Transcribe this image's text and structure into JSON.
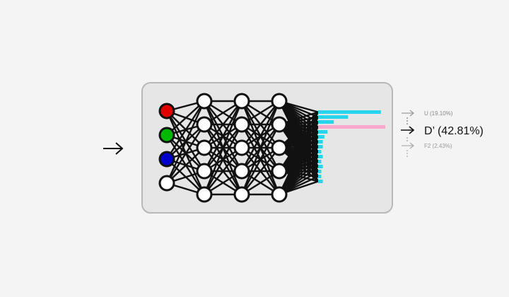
{
  "colors": {
    "background": "#f4f4f4",
    "panel_fill": "#e6e6e6",
    "panel_stroke": "#b8b8b8",
    "edge": "#111111",
    "bar_primary": "#26d4ec",
    "bar_highlight": "#f8a8cc",
    "input_node_colors": [
      "#e00000",
      "#00b800",
      "#0000cc",
      "#ffffff"
    ]
  },
  "cube": {
    "icon": "rubiks-cube-icon",
    "top_face": [
      "#0000cc",
      "#ffffff",
      "#ffffff",
      "#00b800",
      "#ffffff",
      "#e00000",
      "#00b800",
      "#00b800",
      "#0000cc"
    ],
    "front_face": [
      "#e00000",
      "#ff9900",
      "#ffffff",
      "#0000cc",
      "#ff9900",
      "#e00000",
      "#00b800",
      "#ff9900",
      "#ff9900"
    ],
    "right_face": [
      "#0000cc",
      "#ffffff",
      "#00b800",
      "#0000cc",
      "#0000cc",
      "#ffffff",
      "#e00000",
      "#0000cc",
      "#0000cc"
    ]
  },
  "network": {
    "input_count": 4,
    "hidden_layers": 3,
    "hidden_nodes_per_layer": 5
  },
  "output_distribution": {
    "bar_values": [
      0.4,
      0.191,
      0.1,
      0.428,
      0.06,
      0.04,
      0.03,
      0.03,
      0.02,
      0.03,
      0.02,
      0.03,
      0.02,
      0.02,
      0.03
    ],
    "highlight_index": 3
  },
  "predictions": [
    {
      "label": "U (19.10%)",
      "style": "secondary"
    },
    {
      "label": "D’ (42.81%)",
      "style": "primary"
    },
    {
      "label": "F2 (2.43%)",
      "style": "secondary"
    }
  ]
}
